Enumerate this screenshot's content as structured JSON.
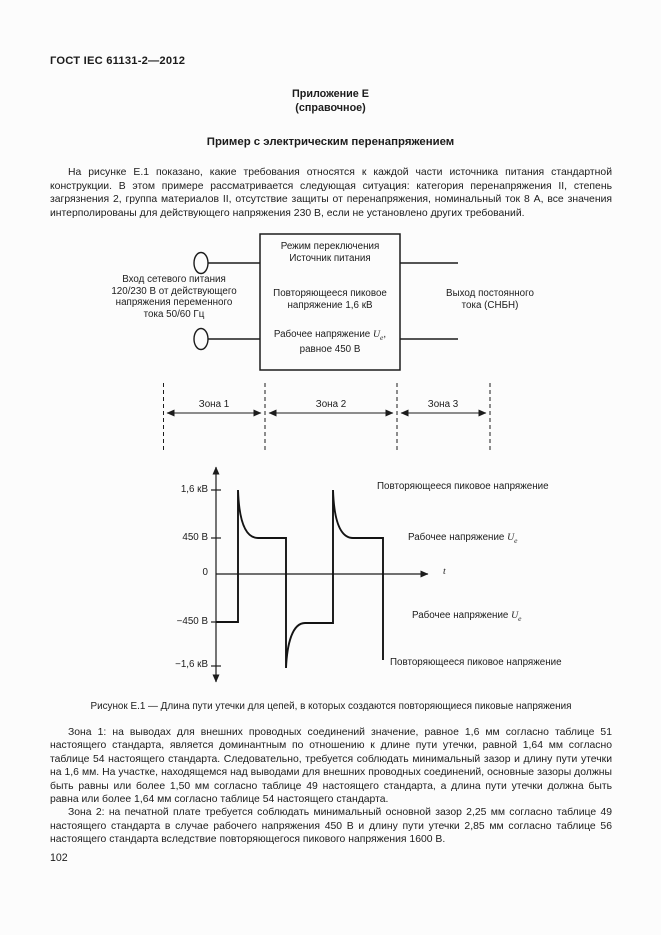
{
  "page": {
    "header": "ГОСТ IEC 61131-2—2012",
    "annex_line1": "Приложение Е",
    "annex_line2": "(справочное)",
    "title": "Пример с электрическим перенапряжением",
    "intro": "На рисунке Е.1 показано, какие требования относятся к каждой части источника питания стандартной конструкции. В этом примере рассматривается следующая ситуация: категория перенапряжения II, степень загрязнения 2, группа материалов II, отсутствие защиты от перенапряжения, номинальный ток 8 А, все значения интерполированы для действующего напряжения 230 В, если не установлено других требований.",
    "zone1_par": "Зона 1: на выводах для внешних проводных соединений значение, равное 1,6 мм согласно таблице 51 настоящего стандарта, является доминантным по отношению к длине пути утечки, равной 1,64 мм согласно таблице 54 настоящего стандарта. Следовательно, требуется соблюдать минимальный зазор и длину пути утечки на 1,6 мм. На участке, находящемся над выводами для внешних проводных соединений, основные зазоры должны быть равны или более 1,50 мм согласно таблице 49 настоящего стандарта, а длина пути утечки должна быть равна или более 1,64 мм согласно таблице 54 настоящего стандарта.",
    "zone2_par": "Зона 2: на печатной плате требуется соблюдать минимальный основной зазор 2,25 мм согласно таблице 49 настоящего стандарта в случае рабочего напряжения 450 В и длину пути утечки 2,85 мм согласно таблице 56 настоящего стандарта вследствие повторяющегося пикового напряжения 1600 В.",
    "page_number": "102"
  },
  "figure": {
    "caption": "Рисунок Е.1 — Длина пути утечки для цепей, в которых создаются повторяющиеся пиковые напряжения",
    "box": {
      "row1_line1": "Режим переключения",
      "row1_line2": "Источник питания",
      "row2_line1": "Повторяющееся пиковое",
      "row2_line2": "напряжение 1,6 кВ",
      "row3_prefix": "Рабочее напряжение ",
      "row3_u": "U",
      "row3_sub": "e",
      "row3_suffix": ",",
      "row3_line2": "равное 450 В"
    },
    "input_label": {
      "l1": "Вход сетевого питания",
      "l2": "120/230 В от действующего",
      "l3": "напряжения переменного",
      "l4": "тока 50/60 Гц"
    },
    "output_label": {
      "l1": "Выход постоянного",
      "l2": "тока (СНБН)"
    },
    "zones": {
      "z1": "Зона 1",
      "z2": "Зона 2",
      "z3": "Зона 3"
    },
    "axis": {
      "y1": "1,6 кВ",
      "y2": "450 В",
      "y3": "0",
      "y4": "−450 В",
      "y5": "−1,6 кВ",
      "x": "t"
    },
    "curve_labels": {
      "peak_top": "Повторяющееся пиковое напряжение",
      "working_prefix": "Рабочее напряжение ",
      "u": "U",
      "sub": "e",
      "peak_bottom": "Повторяющееся пиковое напряжение"
    }
  },
  "chart_data": {
    "type": "line",
    "title": "",
    "xlabel": "t",
    "ylabel": "",
    "y_tick_labels": [
      "1,6 кВ",
      "450 В",
      "0",
      "−450 В",
      "−1,6 кВ"
    ],
    "y_tick_values_volts": [
      1600,
      450,
      0,
      -450,
      -1600
    ],
    "grid": false,
    "legend": false,
    "annotations": [
      "Повторяющееся пиковое напряжение",
      "Рабочее напряжение Ue",
      "Рабочее напряжение Ue",
      "Повторяющееся пиковое напряжение"
    ],
    "series": [
      {
        "name": "Напряжение",
        "description": "Прямоугольное напряжение ±450 В с повторяющимися пиками ±1600 В, экспоненциально спадающими до рабочего напряжения при каждой смене полярности",
        "points_t_volts": [
          [
            0,
            -450
          ],
          [
            1,
            -450
          ],
          [
            1,
            1600
          ],
          [
            1.3,
            450
          ],
          [
            3,
            450
          ],
          [
            3,
            -1600
          ],
          [
            3.3,
            -450
          ],
          [
            5,
            -450
          ],
          [
            5,
            1600
          ],
          [
            5.3,
            450
          ],
          [
            7,
            450
          ],
          [
            7,
            -1600
          ]
        ]
      }
    ]
  }
}
